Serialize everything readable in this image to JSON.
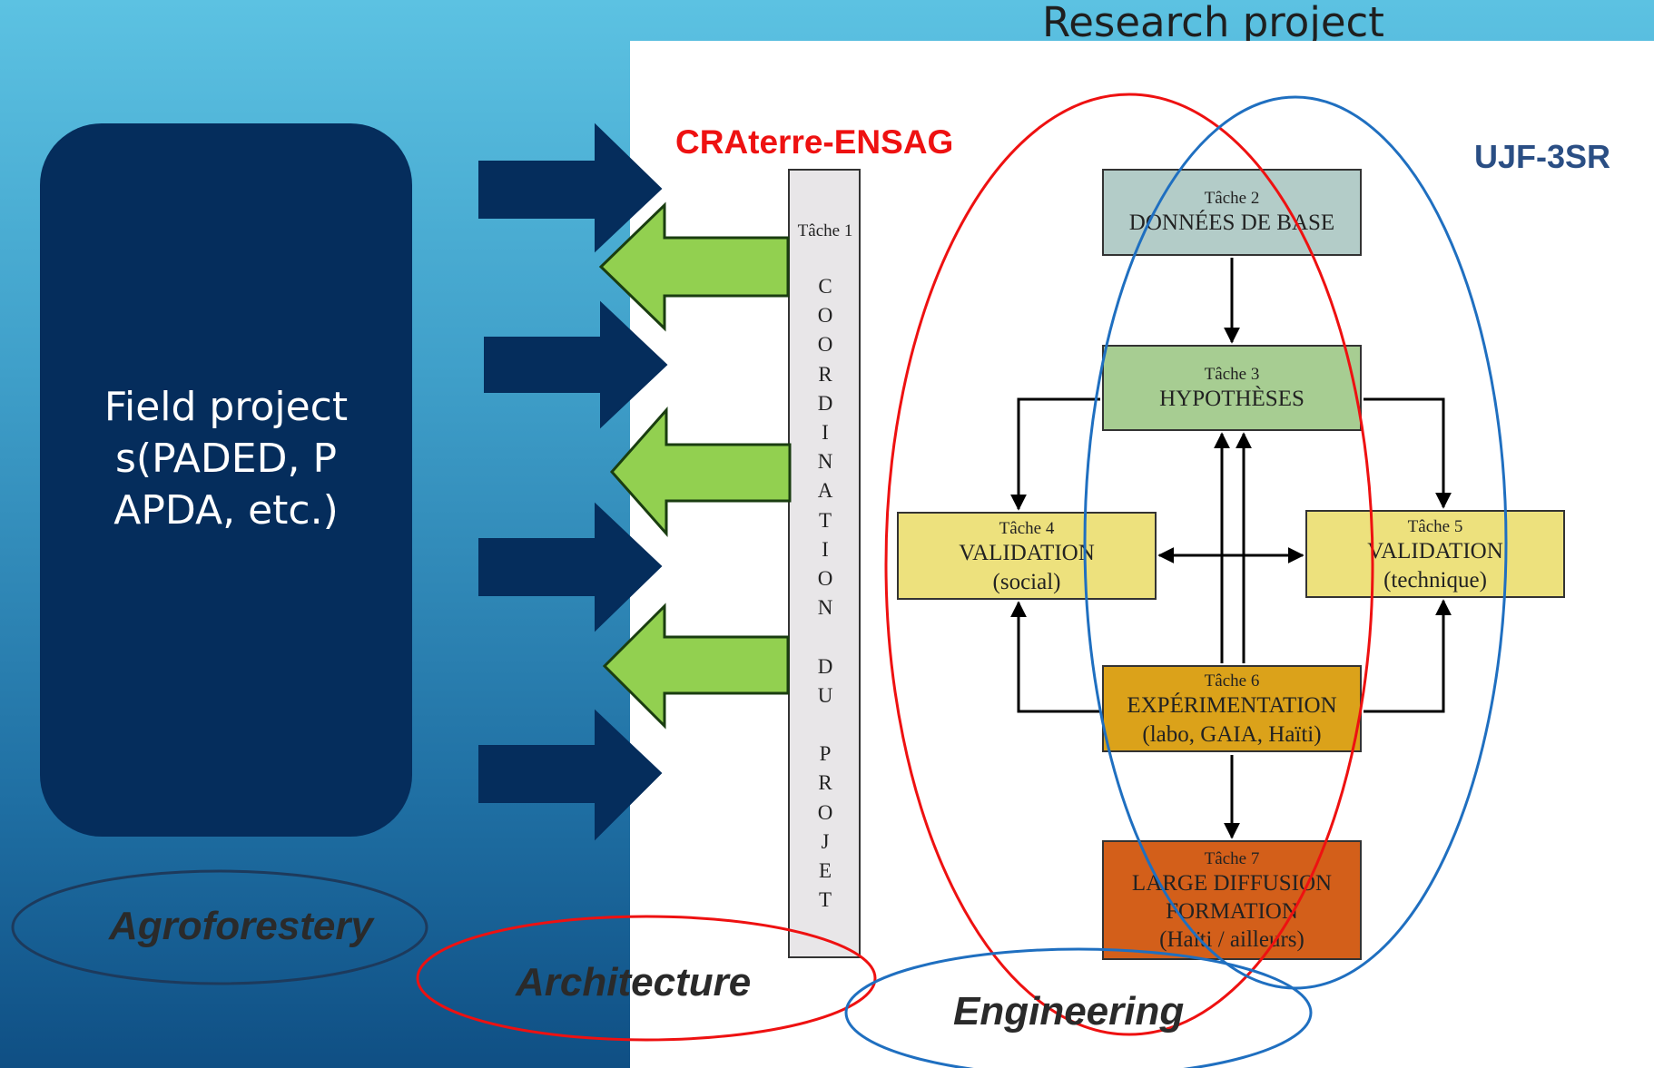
{
  "slide": {
    "title": "Research project"
  },
  "field_projects": {
    "label": "Field projects(PADED, PAPDA, etc.)"
  },
  "organizations": {
    "left": "CRAterre-ENSAG",
    "right": "UJF-3SR"
  },
  "coordination": {
    "task": "Tâche 1",
    "letters": [
      "C",
      "O",
      "O",
      "R",
      "D",
      "I",
      "N",
      "A",
      "T",
      "I",
      "O",
      "N",
      "",
      "D",
      "U",
      "",
      "P",
      "R",
      "O",
      "J",
      "E",
      "T"
    ]
  },
  "tasks": [
    {
      "title": "Tâche 2",
      "lines": [
        "DONNÉES DE BASE"
      ]
    },
    {
      "title": "Tâche 3",
      "lines": [
        "HYPOTHÈSES"
      ]
    },
    {
      "title": "Tâche 4",
      "lines": [
        "VALIDATION",
        "(social)"
      ]
    },
    {
      "title": "Tâche 5",
      "lines": [
        "VALIDATION",
        "(technique)"
      ]
    },
    {
      "title": "Tâche 6",
      "lines": [
        "EXPÉRIMENTATION",
        "(labo, GAIA, Haïti)"
      ]
    },
    {
      "title": "Tâche 7",
      "lines": [
        "LARGE DIFFUSION",
        "FORMATION",
        "(Haïti / ailleurs)"
      ]
    }
  ],
  "disciplines": {
    "agroforestry": "Agroforestery",
    "architecture": "Architecture",
    "engineering": "Engineering"
  },
  "colors": {
    "dark_arrow": "#052d5c",
    "green_arrow": "#92d050",
    "red_ellipse": "#ee1111",
    "blue_ellipse": "#1f6fc0",
    "dark_ellipse": "#1d3a5c"
  }
}
